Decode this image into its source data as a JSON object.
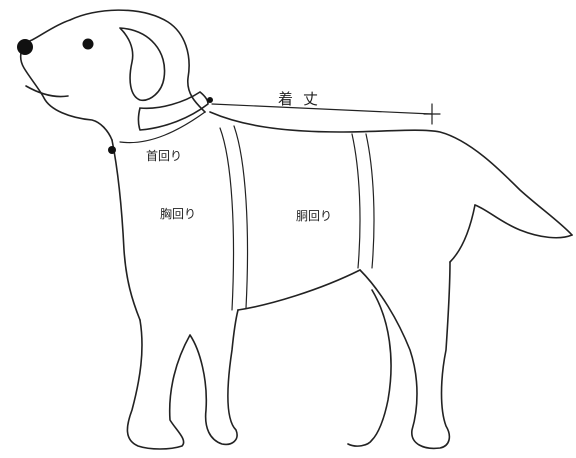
{
  "diagram": {
    "labels": {
      "back_length": "着丈",
      "neck_girth": "首回り",
      "chest_girth": "胸回り",
      "waist_girth": "胴回り"
    },
    "colors": {
      "line": "#222222",
      "background": "#ffffff"
    }
  }
}
